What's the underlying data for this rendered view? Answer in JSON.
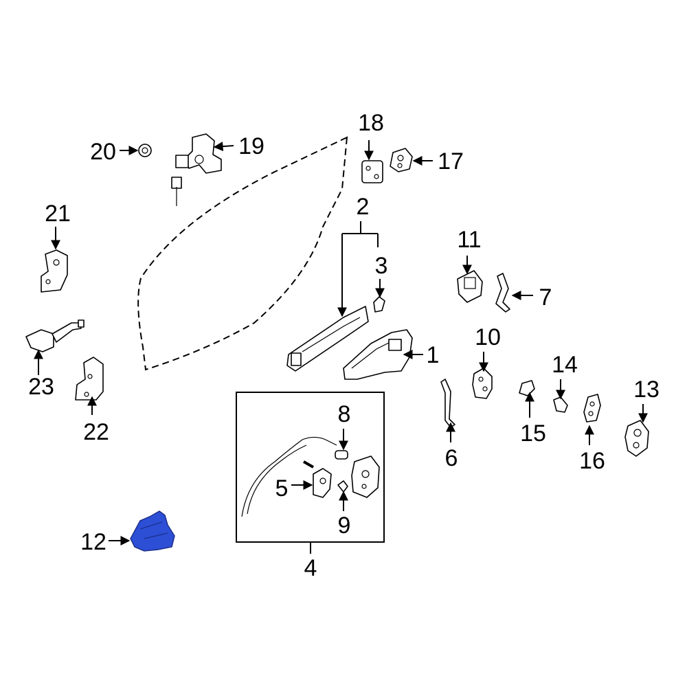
{
  "callouts": {
    "c1": "1",
    "c2": "2",
    "c3": "3",
    "c4": "4",
    "c5": "5",
    "c6": "6",
    "c7": "7",
    "c8": "8",
    "c9": "9",
    "c10": "10",
    "c11": "11",
    "c12": "12",
    "c13": "13",
    "c14": "14",
    "c15": "15",
    "c16": "16",
    "c17": "17",
    "c18": "18",
    "c19": "19",
    "c20": "20",
    "c21": "21",
    "c22": "22",
    "c23": "23"
  },
  "colors": {
    "highlight_part": "#2d4fd6",
    "line": "#000000",
    "background": "#ffffff"
  },
  "highlighted_part": "12"
}
